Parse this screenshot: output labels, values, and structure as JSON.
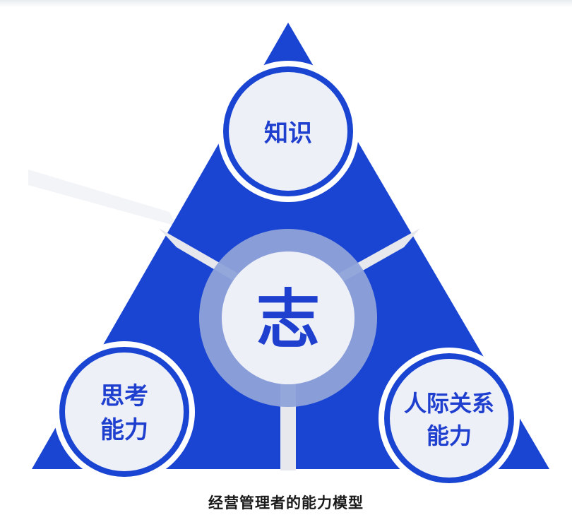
{
  "diagram": {
    "center": {
      "label": "志"
    },
    "top_node": {
      "label": "知识"
    },
    "left_node": {
      "label_line1": "思考",
      "label_line2": "能力"
    },
    "right_node": {
      "label_line1": "人际关系",
      "label_line2": "能力"
    },
    "caption": "经营管理者的能力模型"
  },
  "colors": {
    "primary_blue": "#1a45d2",
    "circle_fill": "#eef0f8",
    "center_ring": "#8fa3d9",
    "text_blue": "#1f3fcf",
    "divider": "#e6e8ee"
  }
}
